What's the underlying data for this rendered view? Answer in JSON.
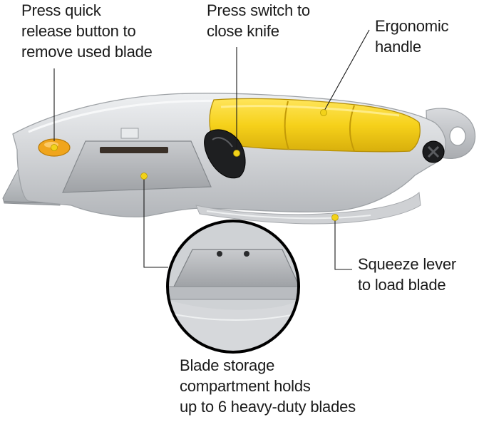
{
  "callouts": {
    "release": {
      "lines": [
        "Press quick",
        "release button to",
        "remove used blade"
      ]
    },
    "switch": {
      "lines": [
        "Press switch to",
        "close knife"
      ]
    },
    "ergonomic": {
      "lines": [
        "Ergonomic",
        "handle"
      ]
    },
    "squeeze": {
      "lines": [
        "Squeeze lever",
        "to load blade"
      ]
    },
    "storage": {
      "lines": [
        "Blade storage",
        "compartment holds",
        "up to 6 heavy-duty blades"
      ]
    }
  },
  "colors": {
    "handle_yellow": "#f5d21c",
    "body_silver": "#d3d5d8",
    "marker_yellow": "#f2d21a",
    "release_button_orange": "#f0a51c",
    "text": "#1a1a1a"
  }
}
